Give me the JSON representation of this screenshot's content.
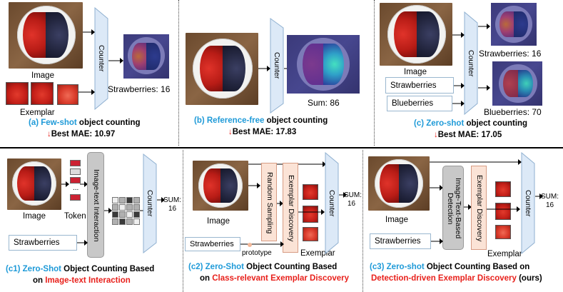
{
  "panel_a": {
    "image_label": "Image",
    "exemplar_label": "Exemplar",
    "counter_label": "Counter",
    "result": "Strawberries: 16",
    "caption_prefix": "(a) Few-shot",
    "caption_suffix": " object counting",
    "mae": "Best MAE: 10.97"
  },
  "panel_b": {
    "counter_label": "Counter",
    "result": "Sum: 86",
    "caption_prefix": "(b) Reference-free",
    "caption_suffix": " object counting",
    "mae": "Best MAE: 17.83"
  },
  "panel_c": {
    "image_label": "Image",
    "counter_label": "Counter",
    "prompt1": "Strawberries",
    "prompt2": "Blueberries",
    "result1": "Strawberries: 16",
    "result2": "Blueberries: 70",
    "caption_prefix": "(c) Zero-shot",
    "caption_suffix": " object counting",
    "mae": "Best MAE: 17.05"
  },
  "panel_c1": {
    "image_label": "Image",
    "token_label": "Token",
    "token_dots": "...",
    "interaction_label": "Image-text Interaction",
    "counter_label": "Counter",
    "sum_label": "SUM:",
    "sum_value": "16",
    "prompt": "Strawberries",
    "caption_prefix": "(c1) Zero-Shot",
    "caption_mid": " Object Counting Based",
    "caption_line2_prefix": "on ",
    "caption_line2_red": "Image-text Interaction"
  },
  "panel_c2": {
    "image_label": "Image",
    "sampling_label": "Random Sampling",
    "discovery_label": "Exemplar Discovery",
    "counter_label": "Counter",
    "sum_label": "SUM:",
    "sum_value": "16",
    "prompt": "Strawberries",
    "prototype_label": "prototype",
    "exemplar_label": "Exemplar",
    "caption_prefix": "(c2) Zero-Shot",
    "caption_mid": " Object Counting Based",
    "caption_line2_prefix": "on ",
    "caption_line2_red": "Class-relevant Exemplar Discovery"
  },
  "panel_c3": {
    "image_label": "Image",
    "detection_label": "Image-Text-Based Detection",
    "discovery_label": "Exemplar Discovery",
    "counter_label": "Counter",
    "sum_label": "SUM:",
    "sum_value": "16",
    "prompt": "Strawberries",
    "exemplar_label": "Exemplar",
    "caption_prefix": "(c3) Zero-shot",
    "caption_mid": " Object Counting Based on",
    "caption_line2_red": "Detection-driven Exemplar Discovery",
    "caption_line2_suffix": " (ours)"
  },
  "colors": {
    "highlight_blue": "#1e9ad8",
    "highlight_red": "#e8201b",
    "counter_fill": "#dce9f7",
    "counter_stroke": "#8fb0d0",
    "interaction_box": "#c8c8c8",
    "discovery_box": "#fbe3d6"
  }
}
